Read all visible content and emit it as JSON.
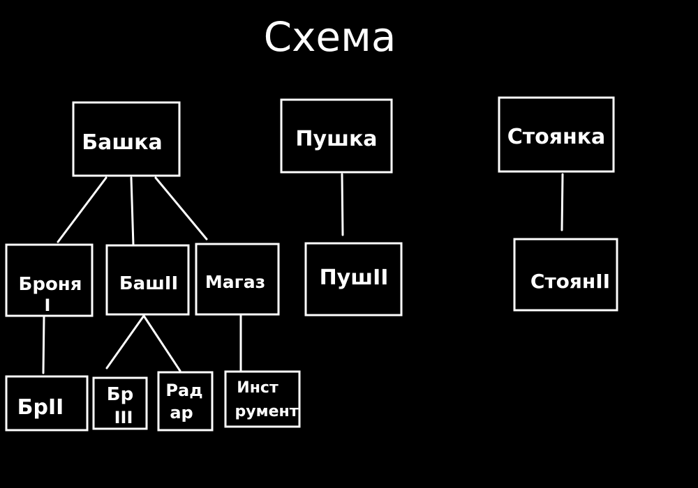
{
  "title": "Схема",
  "colors": {
    "background": "#000000",
    "foreground": "#ffffff"
  },
  "nodes": {
    "bashka": "Башка",
    "pushka": "Пушка",
    "stoyanka": "Стоянка",
    "bronya": [
      "Броня",
      "I"
    ],
    "bash2": "БашII",
    "magaz": "Магаз",
    "push2": "ПушII",
    "stoyan2": "СтоянII",
    "br2": "БрII",
    "br3": [
      "Бр",
      "III"
    ],
    "radar": [
      "Рад",
      "ар"
    ],
    "instrument": [
      "Инст",
      "румент"
    ]
  }
}
